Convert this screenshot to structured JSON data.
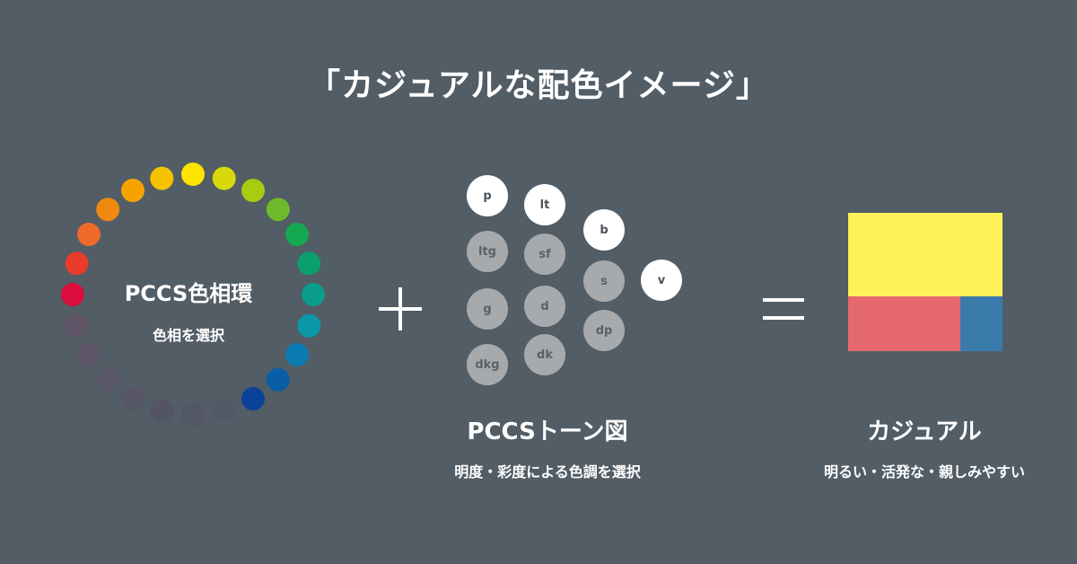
{
  "title": "「カジュアルな配色イメージ」",
  "hue_wheel": {
    "label": "PCCS色相環",
    "sublabel": "色相を選択",
    "colors": [
      "#ffe400",
      "#d7d90a",
      "#a9cb10",
      "#6fba2c",
      "#14a851",
      "#0a9f6e",
      "#0a9c8c",
      "#0a98a7",
      "#0a7cb2",
      "#0a5ea8",
      "#0a429a",
      "#525867",
      "#525667",
      "#535565",
      "#575666",
      "#5a5669",
      "#5c5668",
      "#605566",
      "#da0d3c",
      "#e93c2a",
      "#ed6a2a",
      "#ef8a0f",
      "#f6a300",
      "#f6c200"
    ]
  },
  "plus_symbol": "+",
  "tone_diagram": {
    "label": "PCCSトーン図",
    "sublabel": "明度・彩度による色調を選択",
    "tones": [
      {
        "name": "p",
        "selected": true
      },
      {
        "name": "lt",
        "selected": true
      },
      {
        "name": "b",
        "selected": true
      },
      {
        "name": "v",
        "selected": true
      },
      {
        "name": "ltg",
        "selected": false
      },
      {
        "name": "sf",
        "selected": false
      },
      {
        "name": "s",
        "selected": false
      },
      {
        "name": "g",
        "selected": false
      },
      {
        "name": "d",
        "selected": false
      },
      {
        "name": "dp",
        "selected": false
      },
      {
        "name": "dkg",
        "selected": false
      },
      {
        "name": "dk",
        "selected": false
      }
    ]
  },
  "equals_symbol": "=",
  "result": {
    "label": "カジュアル",
    "sublabel": "明るい・活発な・親しみやすい",
    "swatch_colors": [
      "#fdf25a",
      "#e66a6d",
      "#3a7bac"
    ]
  }
}
